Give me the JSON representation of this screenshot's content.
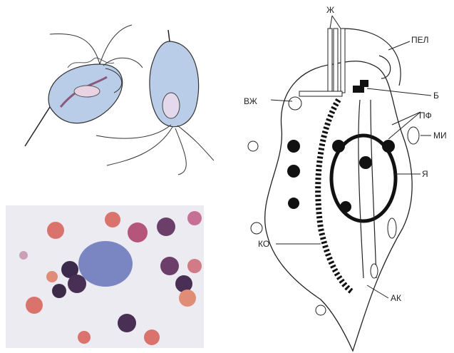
{
  "diagram": {
    "labels": {
      "zh": "Ж",
      "pel": "ПЕЛ",
      "vzh": "ВЖ",
      "b": "Б",
      "pf": "ПФ",
      "mi": "МИ",
      "ya": "Я",
      "ko": "КО",
      "ak": "АК"
    }
  }
}
